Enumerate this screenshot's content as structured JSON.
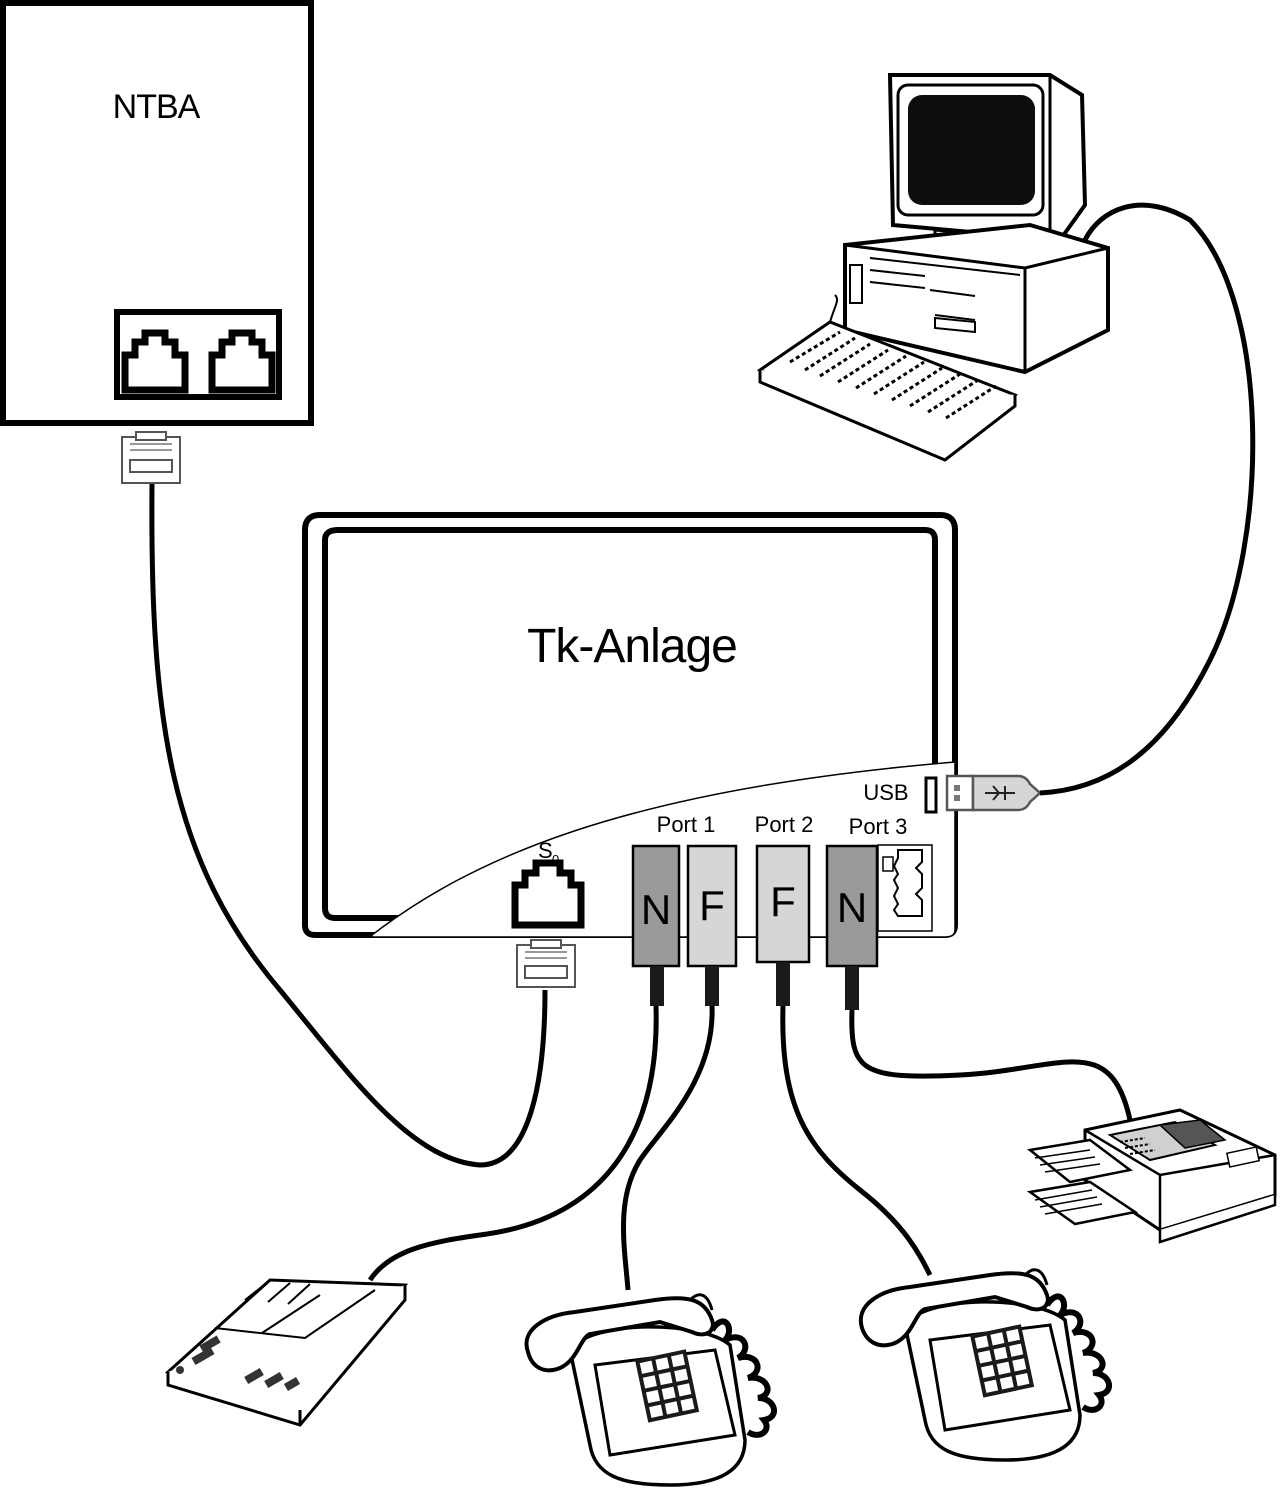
{
  "ntba": {
    "label": "NTBA"
  },
  "tk_anlage": {
    "label": "Tk-Anlage"
  },
  "s0": {
    "label": "S",
    "subscript": "0"
  },
  "usb": {
    "label": "USB"
  },
  "ports": [
    {
      "label": "Port 1",
      "sockets": [
        "N",
        "F"
      ]
    },
    {
      "label": "Port 2",
      "sockets": [
        "F"
      ]
    },
    {
      "label": "Port 3",
      "sockets": [
        "N"
      ]
    }
  ],
  "colors": {
    "line": "#000000",
    "socket_dark": "#9a9a9a",
    "socket_light": "#d6d6d6",
    "paper": "#ffffff"
  }
}
